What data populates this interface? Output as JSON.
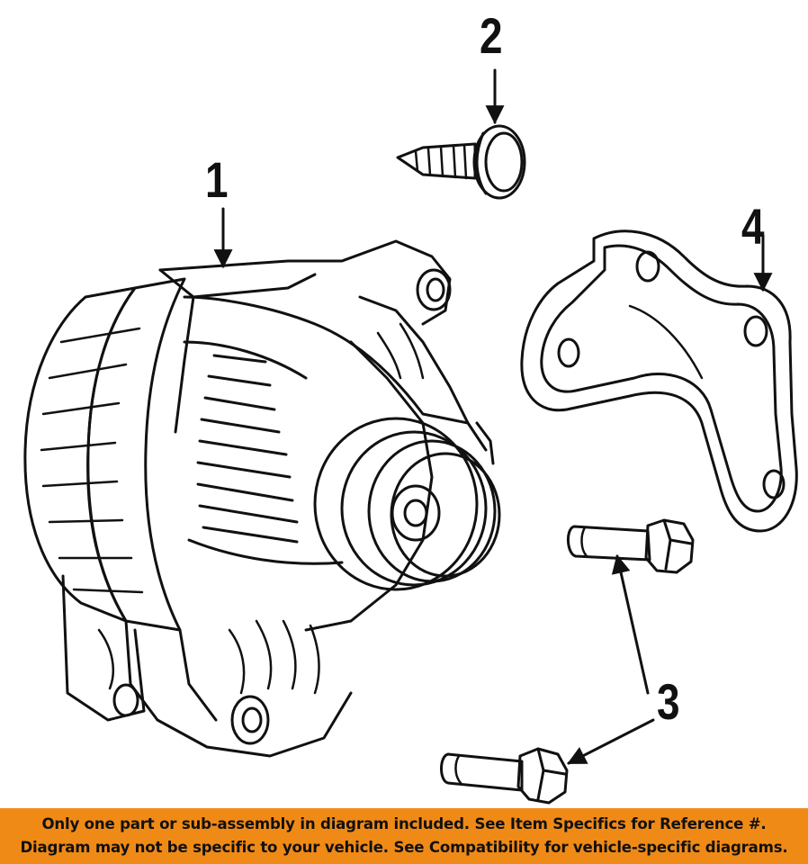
{
  "callouts": {
    "part_1": "1",
    "part_2": "2",
    "part_3": "3",
    "part_4": "4"
  },
  "banner": {
    "line_1": "Only one part or sub-assembly in diagram included. See Item Specifics for Reference #.",
    "line_2": "Diagram may not be specific to your vehicle. See Compatibility for vehicle-specific diagrams."
  },
  "colors": {
    "banner_background": "#f08a17",
    "line_art": "#111111",
    "background": "#ffffff"
  }
}
